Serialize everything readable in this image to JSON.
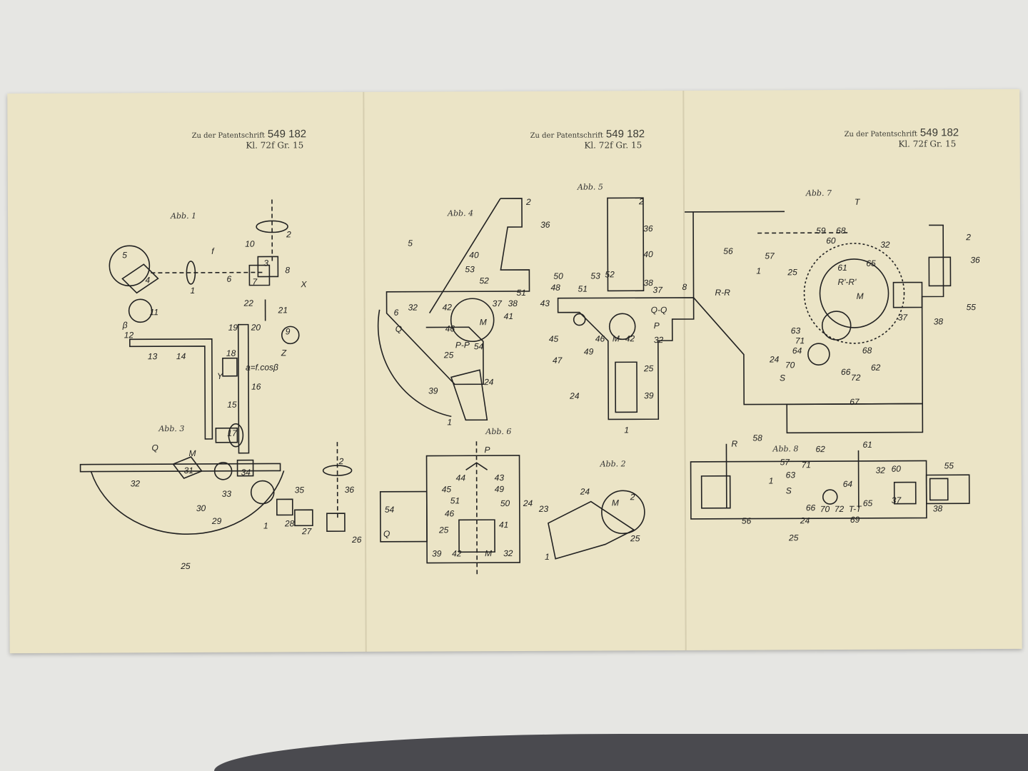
{
  "header": {
    "prefix": "Zu der Patentschrift",
    "number": "549 182",
    "class": "Kl. 72f  Gr. 15"
  },
  "figures": {
    "abb1": {
      "title": "Abb. 1",
      "labels": [
        "2",
        "5",
        "4",
        "1",
        "10",
        "f",
        "3",
        "6",
        "7",
        "8",
        "X",
        "22",
        "21",
        "9",
        "11",
        "β",
        "12",
        "13",
        "14",
        "19",
        "20",
        "18",
        "Z",
        "a=f.cosβ",
        "Y",
        "16",
        "15",
        "17"
      ]
    },
    "abb3": {
      "title": "Abb. 3",
      "labels": [
        "Q",
        "M",
        "32",
        "31",
        "33",
        "34",
        "30",
        "29",
        "35",
        "28",
        "27",
        "26",
        "36",
        "2",
        "25",
        "1"
      ]
    },
    "abb4": {
      "title": "Abb. 4",
      "labels": [
        "2",
        "36",
        "40",
        "53",
        "52",
        "51",
        "38",
        "37",
        "42",
        "32",
        "46",
        "M",
        "41",
        "P-P",
        "54",
        "25",
        "24",
        "39",
        "1",
        "5",
        "6",
        "Q"
      ]
    },
    "abb5": {
      "title": "Abb. 5",
      "labels": [
        "2",
        "36",
        "40",
        "38",
        "50",
        "53",
        "52",
        "37",
        "48",
        "51",
        "43",
        "Q-Q",
        "45",
        "46",
        "M",
        "42",
        "32",
        "49",
        "47",
        "25",
        "24",
        "39",
        "1",
        "P"
      ]
    },
    "abb6": {
      "title": "Abb. 6",
      "labels": [
        "P",
        "44",
        "43",
        "45",
        "49",
        "51",
        "50",
        "46",
        "24",
        "54",
        "25",
        "41",
        "Q",
        "39",
        "42",
        "M",
        "32"
      ]
    },
    "abb2": {
      "title": "Abb. 2",
      "labels": [
        "24",
        "2",
        "23",
        "M",
        "25",
        "1"
      ]
    },
    "abb7": {
      "title": "Abb. 7",
      "labels": [
        "T",
        "59",
        "68",
        "32",
        "2",
        "36",
        "56",
        "57",
        "60",
        "61",
        "65",
        "R-R",
        "1",
        "25",
        "R'-R'",
        "M",
        "8",
        "55",
        "37",
        "38",
        "63",
        "71",
        "64",
        "68",
        "24",
        "70",
        "62",
        "66",
        "S",
        "72",
        "67"
      ]
    },
    "abb8": {
      "title": "Abb. 8",
      "labels": [
        "58",
        "R",
        "61",
        "62",
        "57",
        "63",
        "71",
        "60",
        "32",
        "55",
        "S",
        "1",
        "64",
        "65",
        "70",
        "72",
        "T-T",
        "37",
        "38",
        "66",
        "69",
        "56",
        "24",
        "25"
      ]
    }
  }
}
